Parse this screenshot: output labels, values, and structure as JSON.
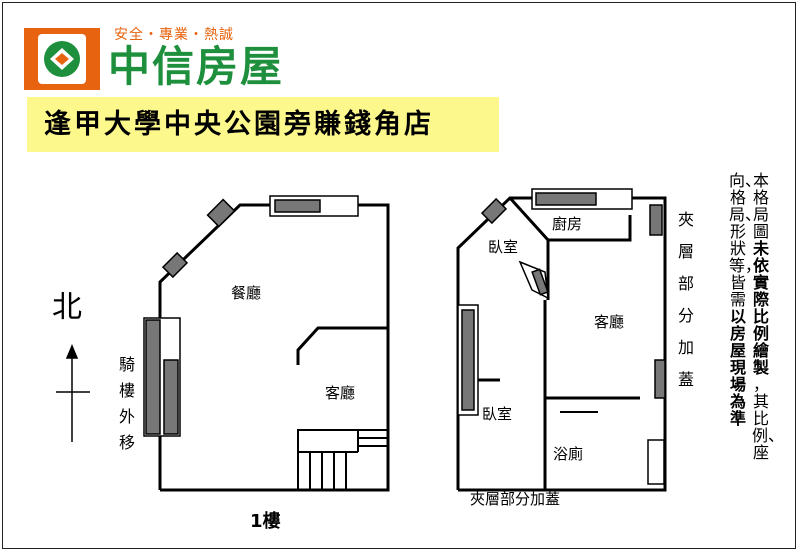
{
  "header": {
    "tagline": "安全・專業・熱誠",
    "brand": "中信房屋",
    "store_name": "逢甲大學中央公園旁賺錢角店"
  },
  "legend": {
    "north": "北",
    "arcade_relocation": "騎樓外移"
  },
  "floor1": {
    "dining_room": "餐廳",
    "living_room": "客廳",
    "floor_label": "1樓"
  },
  "mezzanine": {
    "bedroom_1": "臥室",
    "kitchen": "廚房",
    "living_room": "客廳",
    "bedroom_2": "臥室",
    "bathroom": "浴廁",
    "bottom_note": "夾層部分加蓋",
    "side_note": "夾層部分加蓋"
  },
  "disclaimer": {
    "line1": "本格局圖",
    "line1_bold": "未依實際比例繪製",
    "line1_end": "，其比例、座",
    "line2": "向、格局、形狀等，皆需",
    "line2_bold": "以房屋現場為準"
  },
  "colors": {
    "brand_orange": "#e8630f",
    "brand_green": "#1d8f3d",
    "banner_yellow": "#fdf88c",
    "window_gray": "#777777"
  },
  "icons": [
    "logo-icon",
    "north-arrow-icon"
  ]
}
